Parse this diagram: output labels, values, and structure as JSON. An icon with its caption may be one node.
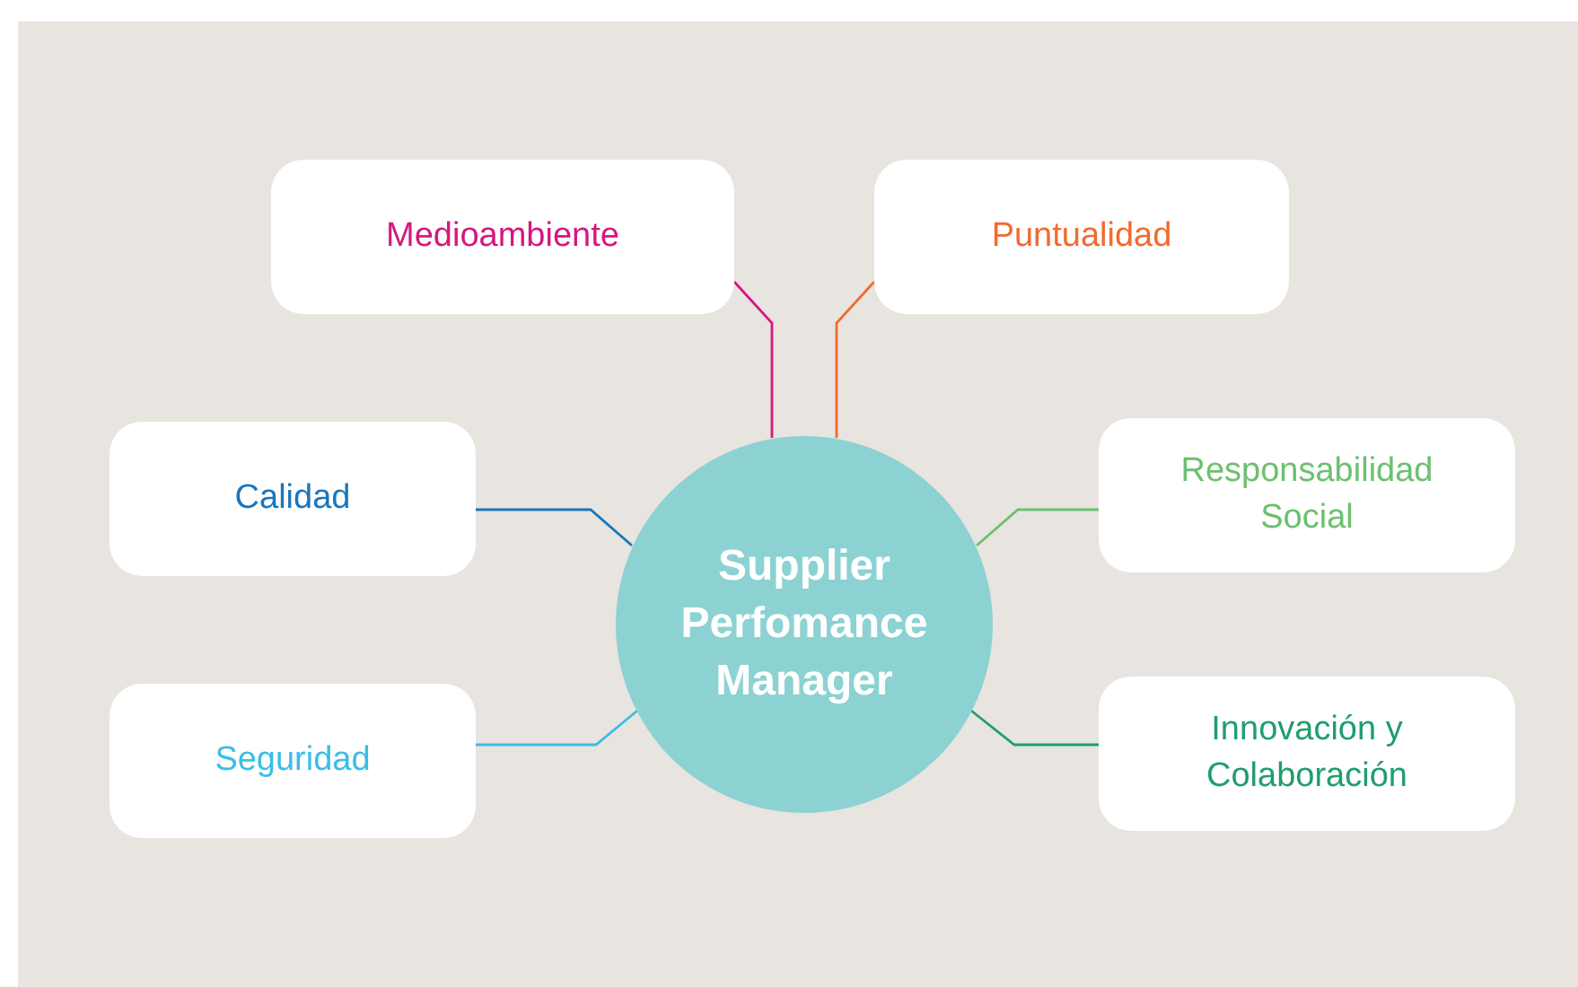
{
  "diagram": {
    "nodes": [
      {
        "text": [
          "Supplier Perfomance Manager"
        ]
      },
      {
        "text": [
          "Medioambiente"
        ]
      },
      {
        "text": [
          "Puntualidad"
        ]
      },
      {
        "text": [
          "Calidad"
        ]
      },
      {
        "text": [
          "Responsabilidad Social"
        ]
      },
      {
        "text": [
          "Seguridad"
        ]
      },
      {
        "text": [
          "Innovación y Colaboración"
        ]
      }
    ],
    "edges": [
      {
        "from": 0,
        "to": 1,
        "arrow": "none",
        "color": "#d6177f"
      },
      {
        "from": 0,
        "to": 2,
        "arrow": "none",
        "color": "#f26a2e"
      },
      {
        "from": 0,
        "to": 3,
        "arrow": "none",
        "color": "#1a76bb"
      },
      {
        "from": 0,
        "to": 4,
        "arrow": "none",
        "color": "#6cc070"
      },
      {
        "from": 0,
        "to": 5,
        "arrow": "none",
        "color": "#3bbde6"
      },
      {
        "from": 0,
        "to": 6,
        "arrow": "none",
        "color": "#1f9e6e"
      }
    ]
  }
}
